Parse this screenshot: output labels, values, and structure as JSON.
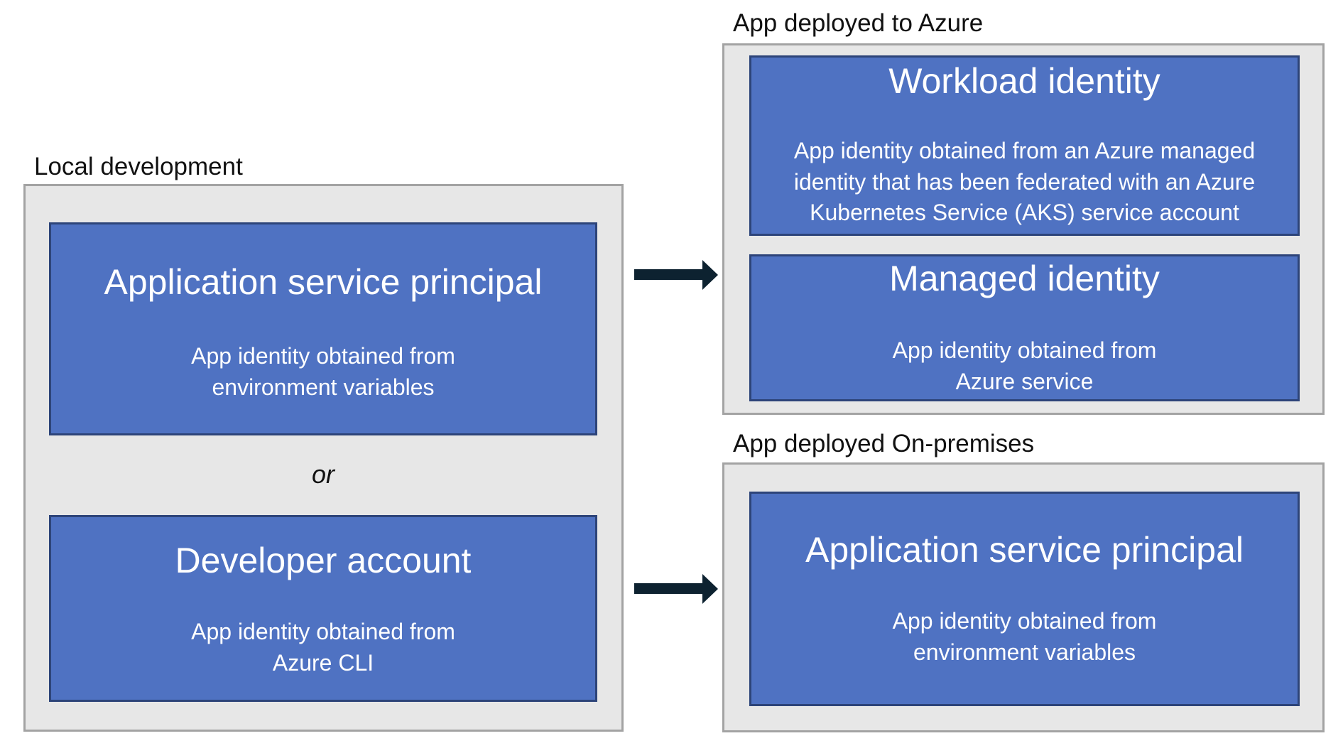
{
  "local": {
    "label": "Local development",
    "or_label": "or",
    "cards": [
      {
        "title": "Application service principal",
        "desc": "App identity obtained from environment variables"
      },
      {
        "title": "Developer account",
        "desc": "App identity obtained from Azure CLI"
      }
    ]
  },
  "azure": {
    "label": "App deployed to Azure",
    "cards": [
      {
        "title": "Workload identity",
        "desc": "App identity obtained from an Azure managed identity that has been federated with an Azure Kubernetes Service (AKS) service account"
      },
      {
        "title": "Managed identity",
        "desc": "App identity obtained from Azure service"
      }
    ]
  },
  "onprem": {
    "label": "App deployed On-premises",
    "cards": [
      {
        "title": "Application service principal",
        "desc": "App identity obtained from environment variables"
      }
    ]
  },
  "colors": {
    "card_fill": "#4f72c2",
    "card_border": "#2d4479",
    "group_fill": "#e7e7e7",
    "group_border": "#a3a3a3",
    "arrow": "#0d2230"
  }
}
